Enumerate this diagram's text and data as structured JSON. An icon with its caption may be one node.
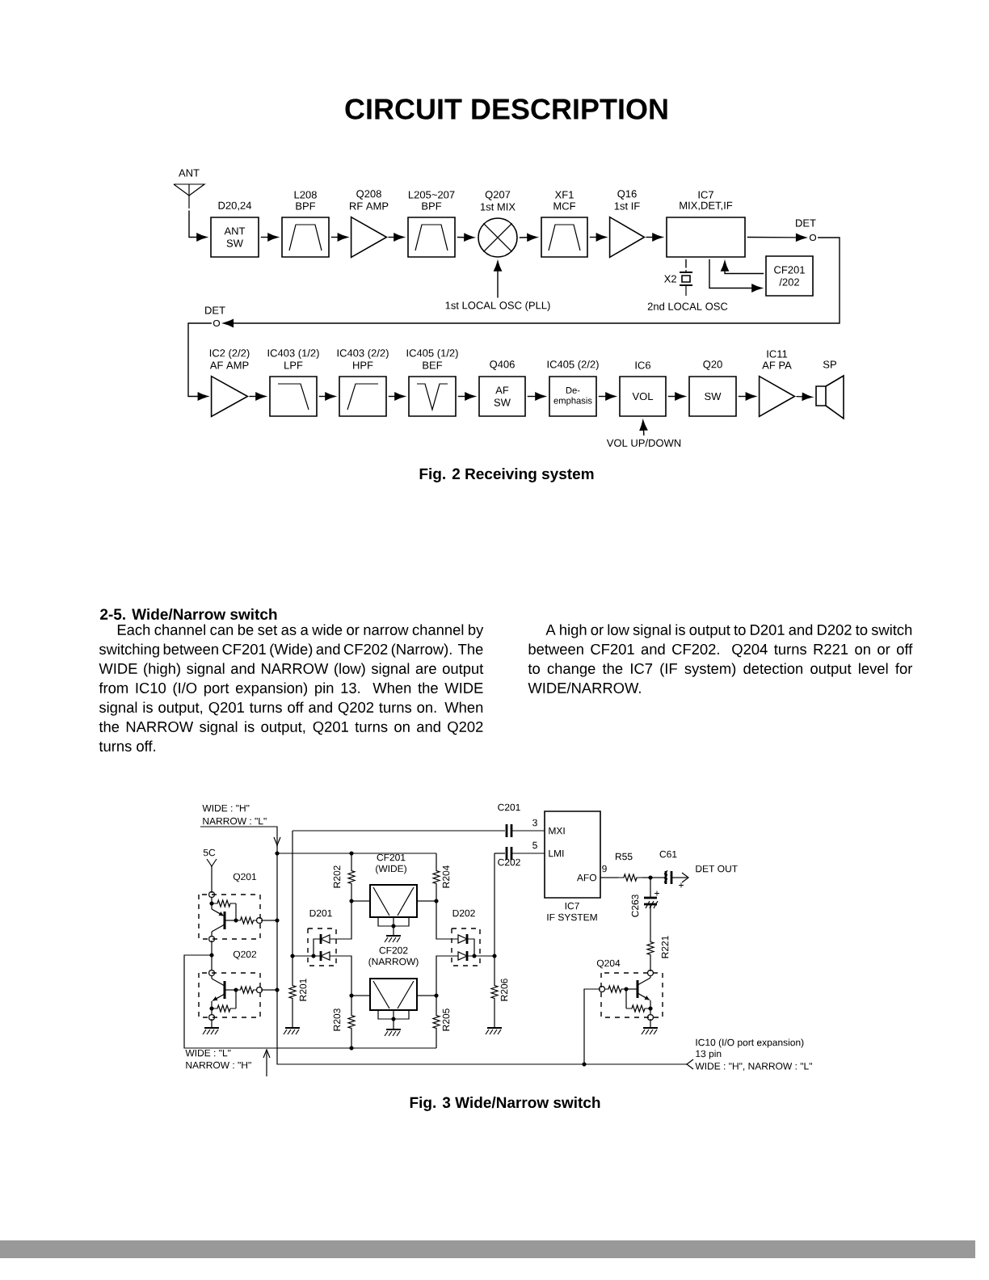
{
  "diagram": {
    "title": "CIRCUIT DESCRIPTION",
    "nodes": [
      {
        "text": [
          "ANT"
        ]
      },
      {
        "text": [
          "D20,24",
          "ANT SW"
        ]
      },
      {
        "text": [
          "L208",
          "BPF"
        ]
      },
      {
        "text": [
          "Q208",
          "RF AMP"
        ]
      },
      {
        "text": [
          "L205~207",
          "BPF"
        ]
      },
      {
        "text": [
          "Q207",
          "1st MIX"
        ]
      },
      {
        "text": [
          "XF1",
          "MCF"
        ]
      },
      {
        "text": [
          "Q16",
          "1st IF"
        ]
      },
      {
        "text": [
          "IC7",
          "MIX,DET,IF"
        ]
      },
      {
        "text": [
          "CF201 /202"
        ]
      },
      {
        "text": [
          "X2"
        ],
        "beside": [
          "2nd LOCAL OSC"
        ]
      },
      {
        "text": [
          "1st LOCAL OSC (PLL)"
        ]
      },
      {
        "text": [
          "DET"
        ]
      },
      {
        "text": [
          "DET"
        ]
      },
      {
        "text": [
          "IC2 (2/2)",
          "AF AMP"
        ]
      },
      {
        "text": [
          "IC403 (1/2)",
          "LPF"
        ]
      },
      {
        "text": [
          "IC403 (2/2)",
          "HPF"
        ]
      },
      {
        "text": [
          "IC405 (1/2)",
          "BEF"
        ]
      },
      {
        "text": [
          "Q406",
          "AF SW"
        ]
      },
      {
        "text": [
          "IC405 (2/2)",
          "De-emphasis"
        ]
      },
      {
        "text": [
          "IC6",
          "VOL"
        ]
      },
      {
        "text": [
          "Q20",
          "SW"
        ]
      },
      {
        "text": [
          "IC11",
          "AF PA"
        ]
      },
      {
        "text": [
          "SP"
        ]
      },
      {
        "text": [
          "VOL UP/DOWN"
        ]
      },
      {
        "text": [
          "MXI",
          "LMI",
          "AFO"
        ],
        "beside": [
          "3",
          "5",
          "9",
          "IC7",
          "IF SYSTEM"
        ]
      }
    ],
    "edges": [
      {
        "from": 0,
        "to": 1,
        "arrow": "to"
      },
      {
        "from": 1,
        "to": 2,
        "arrow": "to"
      },
      {
        "from": 2,
        "to": 3,
        "arrow": "to"
      },
      {
        "from": 3,
        "to": 4,
        "arrow": "to"
      },
      {
        "from": 4,
        "to": 5,
        "arrow": "to"
      },
      {
        "from": 5,
        "to": 6,
        "arrow": "to"
      },
      {
        "from": 6,
        "to": 7,
        "arrow": "to"
      },
      {
        "from": 7,
        "to": 8,
        "arrow": "to"
      },
      {
        "from": 11,
        "to": 5,
        "arrow": "to"
      },
      {
        "from": 10,
        "to": 8,
        "arrow": "none"
      },
      {
        "from": 8,
        "to": 9,
        "arrow": "to"
      },
      {
        "from": 9,
        "to": 8,
        "arrow": "to"
      },
      {
        "from": 8,
        "to": 12,
        "arrow": "to"
      },
      {
        "from": 12,
        "to": 13,
        "arrow": "to"
      },
      {
        "from": 13,
        "to": 14,
        "arrow": "to"
      },
      {
        "from": 14,
        "to": 15,
        "arrow": "to"
      },
      {
        "from": 15,
        "to": 16,
        "arrow": "to"
      },
      {
        "from": 16,
        "to": 17,
        "arrow": "to"
      },
      {
        "from": 17,
        "to": 18,
        "arrow": "to"
      },
      {
        "from": 18,
        "to": 19,
        "arrow": "to"
      },
      {
        "from": 19,
        "to": 20,
        "arrow": "to"
      },
      {
        "from": 20,
        "to": 21,
        "arrow": "to"
      },
      {
        "from": 21,
        "to": 22,
        "arrow": "to"
      },
      {
        "from": 22,
        "to": 23,
        "arrow": "to"
      },
      {
        "from": 24,
        "to": 20,
        "arrow": "to"
      }
    ],
    "labels": [
      "Fig. 2 Receiving system",
      "2-5. Wide/Narrow switch",
      "Each channel can be set as a wide or narrow channel by switching between CF201 (Wide) and CF202 (Narrow). The WIDE (high) signal and NARROW (low) signal are output from IC10 (I/O port expansion) pin 13. When the WIDE signal is output, Q201 turns off and Q202 turns on. When the NARROW signal is output, Q201 turns on and Q202 turns off.",
      "A high or low signal is output to D201 and D202 to switch between CF201 and CF202. Q204 turns R221 on or off to change the IC7 (IF system) detection output level for WIDE/NARROW.",
      "WIDE : \"H\"",
      "NARROW : \"L\"",
      "C201",
      "5C",
      "R202",
      "CF201",
      "(WIDE)",
      "R204",
      "C202",
      "R55",
      "C61",
      "DET OUT",
      "+",
      "Q201",
      "C263",
      "+",
      "D201",
      "D202",
      "R221",
      "CF202",
      "(NARROW)",
      "Q202",
      "Q204",
      "R201",
      "R206",
      "R203",
      "R205",
      "IC10 (I/O port expansion)",
      "WIDE : \"L\"",
      "13 pin",
      "NARROW : \"H\"",
      "WIDE : \"H\", NARROW : \"L\"",
      "Fig. 3 Wide/Narrow switch"
    ]
  }
}
